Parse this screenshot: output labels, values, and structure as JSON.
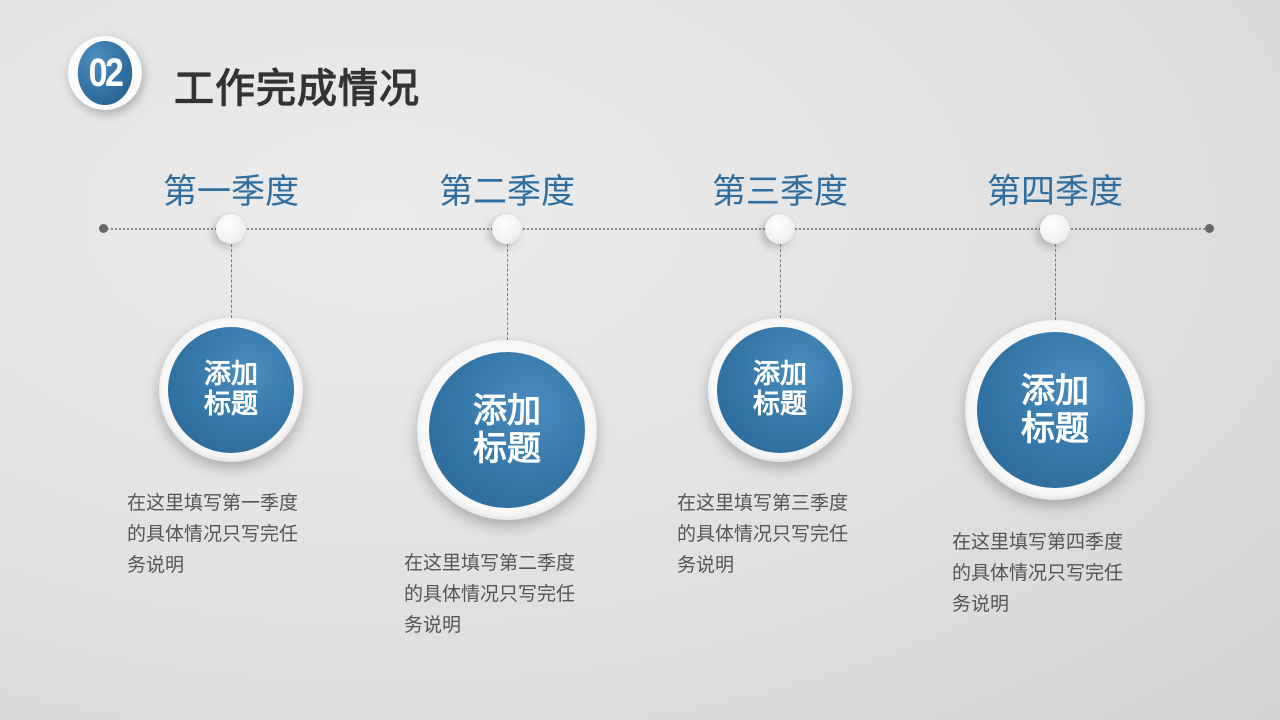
{
  "header": {
    "badge_number": "02",
    "title": "工作完成情况"
  },
  "timeline": {
    "quarters": [
      {
        "label": "第一季度",
        "circle_title_line1": "添加",
        "circle_title_line2": "标题",
        "desc_line1": "在这里填写第一季度",
        "desc_line2": "的具体情况只写完任",
        "desc_line3": "务说明"
      },
      {
        "label": "第二季度",
        "circle_title_line1": "添加",
        "circle_title_line2": "标题",
        "desc_line1": "在这里填写第二季度",
        "desc_line2": "的具体情况只写完任",
        "desc_line3": "务说明"
      },
      {
        "label": "第三季度",
        "circle_title_line1": "添加",
        "circle_title_line2": "标题",
        "desc_line1": "在这里填写第三季度",
        "desc_line2": "的具体情况只写完任",
        "desc_line3": "务说明"
      },
      {
        "label": "第四季度",
        "circle_title_line1": "添加",
        "circle_title_line2": "标题",
        "desc_line1": "在这里填写第四季度",
        "desc_line2": "的具体情况只写完任",
        "desc_line3": "务说明"
      }
    ]
  },
  "colors": {
    "accent_blue": "#2f6e9f",
    "title_text": "#333333",
    "body_text": "#555555",
    "background": "#e3e3e3"
  }
}
